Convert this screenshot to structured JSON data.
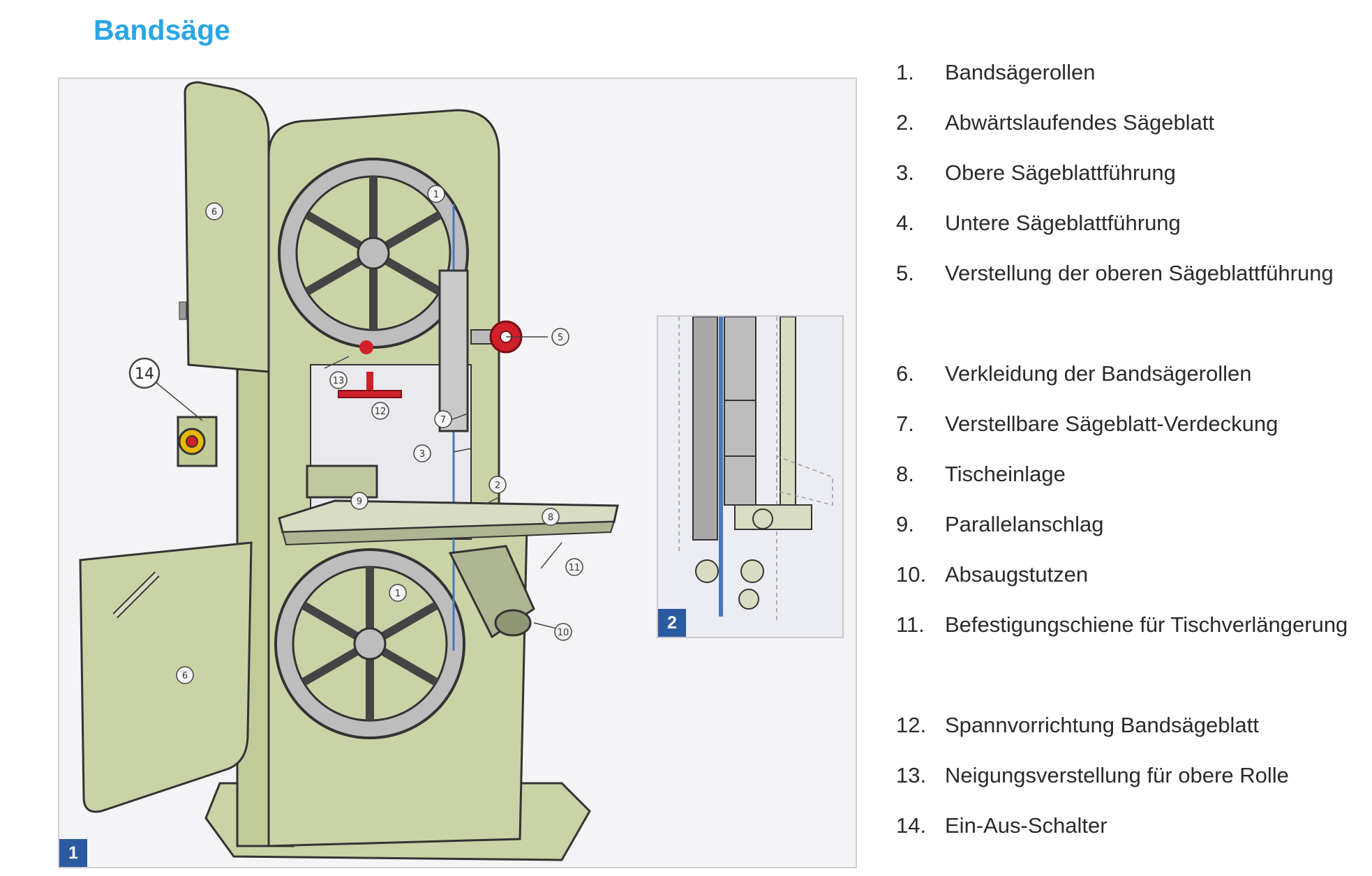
{
  "title": "Bandsäge",
  "figures": {
    "main_badge": "1",
    "detail_badge": "2"
  },
  "callouts": [
    "1",
    "1",
    "2",
    "3",
    "5",
    "6",
    "6",
    "7",
    "8",
    "9",
    "10",
    "11",
    "12",
    "13",
    "14"
  ],
  "legend": [
    {
      "num": "1.",
      "text": "Bandsägerollen"
    },
    {
      "num": "2.",
      "text": "Abwärtslaufendes Sägeblatt"
    },
    {
      "num": "3.",
      "text": "Obere Sägeblattführung"
    },
    {
      "num": "4.",
      "text": "Untere Sägeblattführung"
    },
    {
      "num": "5.",
      "text": "Verstellung der oberen Sägeblattführung"
    },
    {
      "num": "6.",
      "text": "Verkleidung der Bandsägerollen"
    },
    {
      "num": "7.",
      "text": "Verstellbare Sägeblatt-Verdeckung"
    },
    {
      "num": "8.",
      "text": "Tischeinlage"
    },
    {
      "num": "9.",
      "text": "Parallelanschlag"
    },
    {
      "num": "10.",
      "text": "Absaugstutzen"
    },
    {
      "num": "11.",
      "text": "Befestigungschiene für Tischverlängerung"
    },
    {
      "num": "12.",
      "text": "Spannvorrichtung Bandsägeblatt"
    },
    {
      "num": "13.",
      "text": "Neigungsverstellung für obere Rolle"
    },
    {
      "num": "14.",
      "text": "Ein-Aus-Schalter"
    }
  ],
  "colors": {
    "title": "#2aa6e6",
    "machine": "#c9d3a6",
    "outline": "#333333",
    "wheel": "#bdbdbd",
    "accent_red": "#d0202a",
    "badge": "#2c5aa0"
  }
}
